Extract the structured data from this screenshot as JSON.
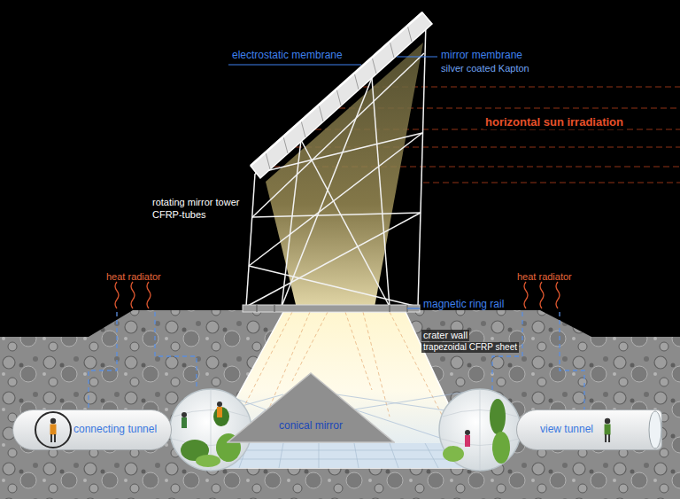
{
  "diagram": {
    "nodes": [
      {
        "text": [
          "connecting tunnel"
        ]
      },
      {
        "text": [
          "conical mirror"
        ]
      },
      {
        "text": [
          "view tunnel"
        ]
      }
    ],
    "labels": [
      "electrostatic membrane",
      "mirror membrane",
      "silver coated Kapton",
      "horizontal sun irradiation",
      "rotating mirror tower",
      "CFRP-tubes",
      "heat radiator",
      "heat radiator",
      "magnetic ring rail",
      "crater wall",
      "trapezoidal CFRP sheet"
    ]
  }
}
